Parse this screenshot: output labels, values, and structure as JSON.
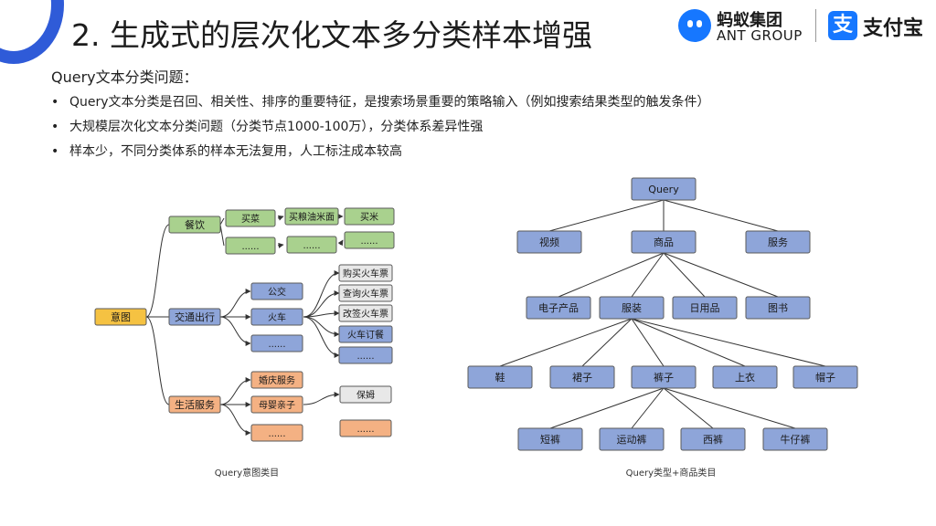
{
  "slide": {
    "title": "2. 生成式的层次化文本多分类样本增强",
    "subtitle": "Query文本分类问题：",
    "bullets": [
      "Query文本分类是召回、相关性、排序的重要特征，是搜索场景重要的策略输入（例如搜索结果类型的触发条件）",
      "大规模层次化文本分类问题（分类节点1000-100万），分类体系差异性强",
      "样本少，不同分类体系的样本无法复用，人工标注成本较高"
    ]
  },
  "logos": {
    "ant_cn": "蚂蚁集团",
    "ant_en": "ANT GROUP",
    "alipay_glyph": "支",
    "alipay_text": "支付宝",
    "ant_icon": "ant-logo-icon",
    "alipay_icon": "alipay-logo-icon"
  },
  "intent_diagram": {
    "caption": "Query意图类目",
    "root": "意图",
    "level1": [
      "餐饮",
      "交通出行",
      "生活服务"
    ],
    "food": [
      "买菜",
      "买粮油米面",
      "买米",
      "......",
      "......",
      "......"
    ],
    "transport_mid": [
      "公交",
      "火车",
      "......"
    ],
    "transport_leaf": [
      "购买火车票",
      "查询火车票",
      "改签火车票",
      "火车订餐",
      "......"
    ],
    "service_mid": [
      "婚庆服务",
      "母婴亲子",
      "......"
    ],
    "service_leaf": [
      "保姆",
      "......"
    ],
    "colors": {
      "root": "#f5c242",
      "level1": "#a9d18e",
      "food": "#a9d18e",
      "transport": "#8ea5d9",
      "service": "#f4b183",
      "grey": "#e8e8e8"
    }
  },
  "product_diagram": {
    "caption": "Query类型+商品类目",
    "root": "Query",
    "level1": [
      "视频",
      "商品",
      "服务"
    ],
    "level2": [
      "电子产品",
      "服装",
      "日用品",
      "图书"
    ],
    "level3": [
      "鞋",
      "裙子",
      "裤子",
      "上衣",
      "帽子"
    ],
    "level4": [
      "短裤",
      "运动裤",
      "西裤",
      "牛仔裤"
    ],
    "color": "#8ea5d9"
  }
}
